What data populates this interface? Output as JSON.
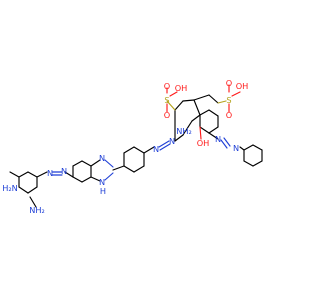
{
  "colors": {
    "carbon": "#000000",
    "nitrogen": "#1f3fd6",
    "oxygen": "#ff1a1a",
    "sulfur": "#b3a21b",
    "background": "#ffffff"
  },
  "labels": {
    "nh2_left": "H₂N",
    "nh2_lower": "NH₂",
    "n_az1a": "N",
    "n_az1b": "N",
    "bim_n": "N",
    "bim_nh": "N",
    "bim_h": "H",
    "n_az2a": "N",
    "n_az2b": "N",
    "amino_nh2": "NH₂",
    "s_left": "S",
    "o_s_left_top": "O",
    "o_s_left_bottom": "O",
    "oh_s_left": "OH",
    "s_right": "S",
    "o_s_right_top": "O",
    "o_s_right_bottom": "O",
    "oh_s_right": "OH",
    "oh_naph": "OH",
    "n_az3a": "N",
    "n_az3b": "N"
  }
}
